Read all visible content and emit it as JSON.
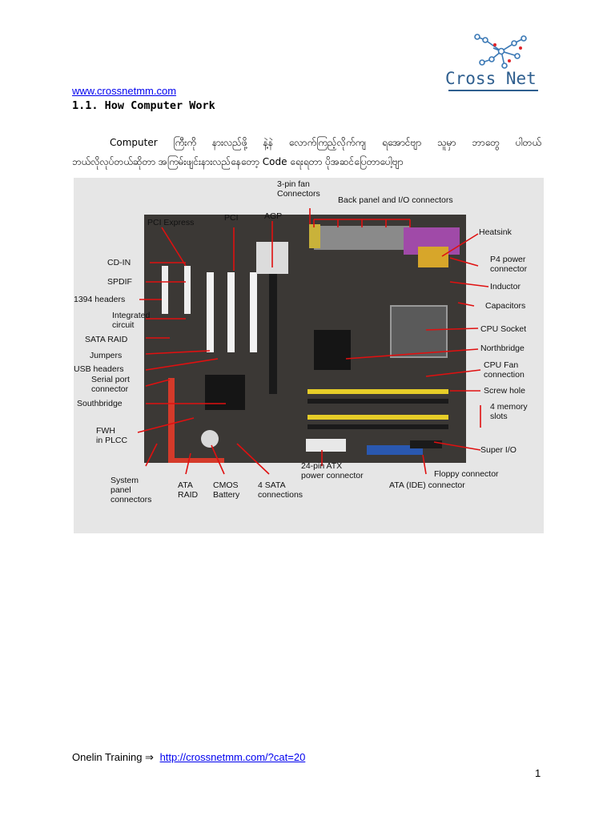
{
  "logo": {
    "text": "Cross Net"
  },
  "header": {
    "site_link": "www.crossnetmm.com"
  },
  "section": {
    "heading": "1.1. How Computer Work",
    "paragraph_line1": "Computer ကြီးကို နားလည်ဖို့ နဲ့နဲ လောက်ကြည့်လိုက်ကျ ရအောင်ဗျာ သူမှာ ဘာတွေ ပါတယ်",
    "paragraph_line2": "ဘယ်လိုလုပ်တယ်ဆိုတာ အကြမ်းဖျင်းနားလည်နေတော့ Code ရေးရတာ ပိုအဆင်ပြေတာပေါ့ဗျာ"
  },
  "figure": {
    "labels": {
      "fan_connectors": "3-pin fan\nConnectors",
      "back_panel": "Back panel and I/O connectors",
      "pci_express": "PCI Express",
      "pci": "PCI",
      "agp": "AGP",
      "heatsink": "Heatsink",
      "p4_power": "P4 power\nconnector",
      "cd_in": "CD-IN",
      "spdif": "SPDIF",
      "headers_1394": "1394 headers",
      "inductor": "Inductor",
      "integrated_circuit": "Integrated\ncircuit",
      "capacitors": "Capacitors",
      "sata_raid": "SATA RAID",
      "cpu_socket": "CPU Socket",
      "jumpers": "Jumpers",
      "northbridge": "Northbridge",
      "usb_headers": "USB headers",
      "cpu_fan": "CPU Fan\nconnection",
      "serial_port": "Serial port\nconnector",
      "screw_hole": "Screw hole",
      "southbridge": "Southbridge",
      "memory_slots": "4 memory\nslots",
      "fwh": "FWH\nin PLCC",
      "super_io": "Super I/O",
      "atx_power": "24-pin ATX\npower connector",
      "floppy": "Floppy  connector",
      "system_panel": "System\npanel\nconnectors",
      "ata_raid": "ATA\nRAID",
      "cmos": "CMOS\nBattery",
      "sata_4": "4 SATA\nconnections",
      "ata_ide": "ATA (IDE) connector"
    }
  },
  "footer": {
    "label": "Onelin Training ⇒",
    "link": "http://crossnetmm.com/?cat=20"
  },
  "page_number": "1"
}
